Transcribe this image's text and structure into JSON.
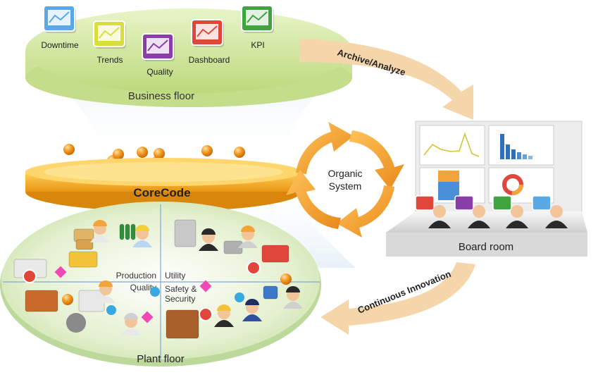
{
  "business_floor": {
    "label": "Business floor",
    "apps": [
      {
        "label": "Downtime",
        "icon": "line-chart-icon",
        "color": "#5aa9e6"
      },
      {
        "label": "Trends",
        "icon": "trends-chart-icon",
        "color": "#d8df3a"
      },
      {
        "label": "Quality",
        "icon": "quality-chart-icon",
        "color": "#8a3fa8"
      },
      {
        "label": "Dashboard",
        "icon": "dashboard-icon",
        "color": "#e0463a"
      },
      {
        "label": "KPI",
        "icon": "kpi-icon",
        "color": "#3fa33f"
      }
    ]
  },
  "core": {
    "label": "CoreCode"
  },
  "plant_floor": {
    "label": "Plant floor",
    "zones": {
      "production": "Production",
      "quality": "Quality",
      "utility": "Utility",
      "safety": "Safety &\nSecurity"
    }
  },
  "cycle": {
    "line1": "Organic",
    "line2": "System"
  },
  "flows": {
    "archive": "Archive/Analyze",
    "innovation": "Continuous Innovation"
  },
  "board_room": {
    "label": "Board room"
  },
  "colors": {
    "business_green": "#cfe59a",
    "core_orange": "#f2a71b",
    "plant_green": "#d7ebc0",
    "arrow_orange": "#f0a33a",
    "flow_arrow": "#f3d2a4"
  }
}
